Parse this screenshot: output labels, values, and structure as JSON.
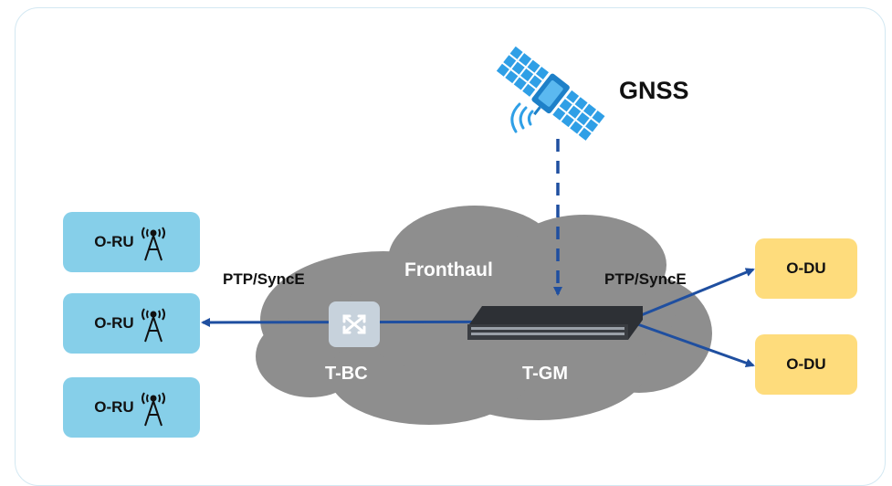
{
  "gnss": {
    "label": "GNSS"
  },
  "cloud": {
    "label": "Fronthaul"
  },
  "nodes": {
    "tbc": {
      "label": "T-BC"
    },
    "tgm": {
      "label": "T-GM"
    }
  },
  "links": {
    "left_label": "PTP/SyncE",
    "right_label": "PTP/SyncE"
  },
  "oru": [
    {
      "label": "O-RU",
      "icon": "radio-tower-icon"
    },
    {
      "label": "O-RU",
      "icon": "radio-tower-icon"
    },
    {
      "label": "O-RU",
      "icon": "radio-tower-icon"
    }
  ],
  "odu": [
    {
      "label": "O-DU"
    },
    {
      "label": "O-DU"
    }
  ],
  "colors": {
    "oru_fill": "#86cfe9",
    "odu_fill": "#fedc7c",
    "cloud_fill": "#8e8e8e",
    "arrow": "#1f4fa0",
    "satellite": "#2f9fe6"
  }
}
